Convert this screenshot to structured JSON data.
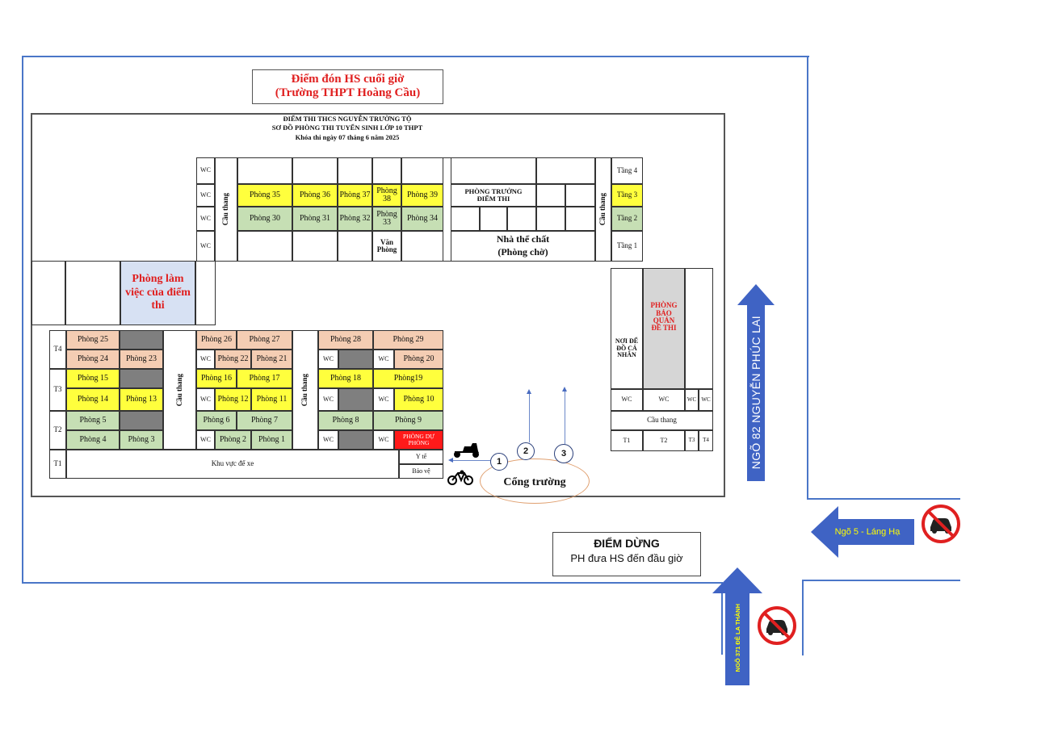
{
  "pickup": {
    "line1": "Điểm đón HS cuối giờ",
    "line2": "(Trường THPT Hoàng Cầu)"
  },
  "header": {
    "line1": "ĐIỂM THI THCS NGUYỄN TRƯỜNG TỘ",
    "line2": "SƠ ĐỒ PHÒNG THI TUYỂN SINH LỚP 10 THPT",
    "line3": "Khóa thi ngày 07 tháng 6 năm 2025"
  },
  "labels": {
    "wc": "WC",
    "stairs": "Cầu thang",
    "floor4": "Tầng 4",
    "floor3": "Tầng 3",
    "floor2": "Tầng 2",
    "floor1": "Tầng 1",
    "t4": "T4",
    "t3": "T3",
    "t2": "T2",
    "t1": "T1",
    "office": "Văn Phòng",
    "head_room": "PHÒNG TRƯỞNG ĐIỂM THI",
    "gym": "Nhà thể chất (Phòng chờ)",
    "work_room": "Phòng làm việc của điểm thi",
    "storage": "PHÒNG BẢO QUẢN ĐỀ THI",
    "personal": "NƠI ĐỂ ĐỒ CÁ NHÂN",
    "parking": "Khu vực để xe",
    "medical": "Y tế",
    "guard": "Bảo vệ",
    "reserve": "PHÒNG DỰ PHÒNG",
    "gate": "Cổng trường",
    "stop_title": "ĐIỂM DỪNG",
    "stop_sub": "PH đưa HS đến đầu giờ",
    "road_right": "NGÕ 82 NGUYỄN PHÚC LAI",
    "road_lang": "Ngõ 5 - Láng Hạ",
    "road_bottom": "NGÕ 371 ĐÊ LA THÀNH",
    "g1": "1",
    "g2": "2",
    "g3": "3"
  },
  "rooms": {
    "r1": "Phòng 1",
    "r2": "Phòng 2",
    "r3": "Phòng 3",
    "r4": "Phòng 4",
    "r5": "Phòng 5",
    "r6": "Phòng 6",
    "r7": "Phòng 7",
    "r8": "Phòng 8",
    "r9": "Phòng 9",
    "r10": "Phòng 10",
    "r11": "Phòng 11",
    "r12": "Phòng 12",
    "r13": "Phòng 13",
    "r14": "Phòng 14",
    "r15": "Phòng 15",
    "r16": "Phòng 16",
    "r17": "Phòng 17",
    "r18": "Phòng 18",
    "r19": "Phòng19",
    "r20": "Phòng 20",
    "r21": "Phòng 21",
    "r22": "Phòng 22",
    "r23": "Phòng 23",
    "r24": "Phòng 24",
    "r25": "Phòng 25",
    "r26": "Phòng 26",
    "r27": "Phòng 27",
    "r28": "Phòng 28",
    "r29": "Phòng 29",
    "r30": "Phòng 30",
    "r31": "Phòng 31",
    "r32": "Phòng 32",
    "r33": "Phòng 33",
    "r34": "Phòng 34",
    "r35": "Phòng 35",
    "r36": "Phòng 36",
    "r37": "Phòng 37",
    "r38": "Phòng 38",
    "r39": "Phòng 39"
  },
  "colors": {
    "floor3": "#ffff3d",
    "floor2": "#c6dfb4",
    "floor4": "#f4cdb3",
    "arrow": "#3f63c4",
    "road_text": "#ffff00"
  }
}
